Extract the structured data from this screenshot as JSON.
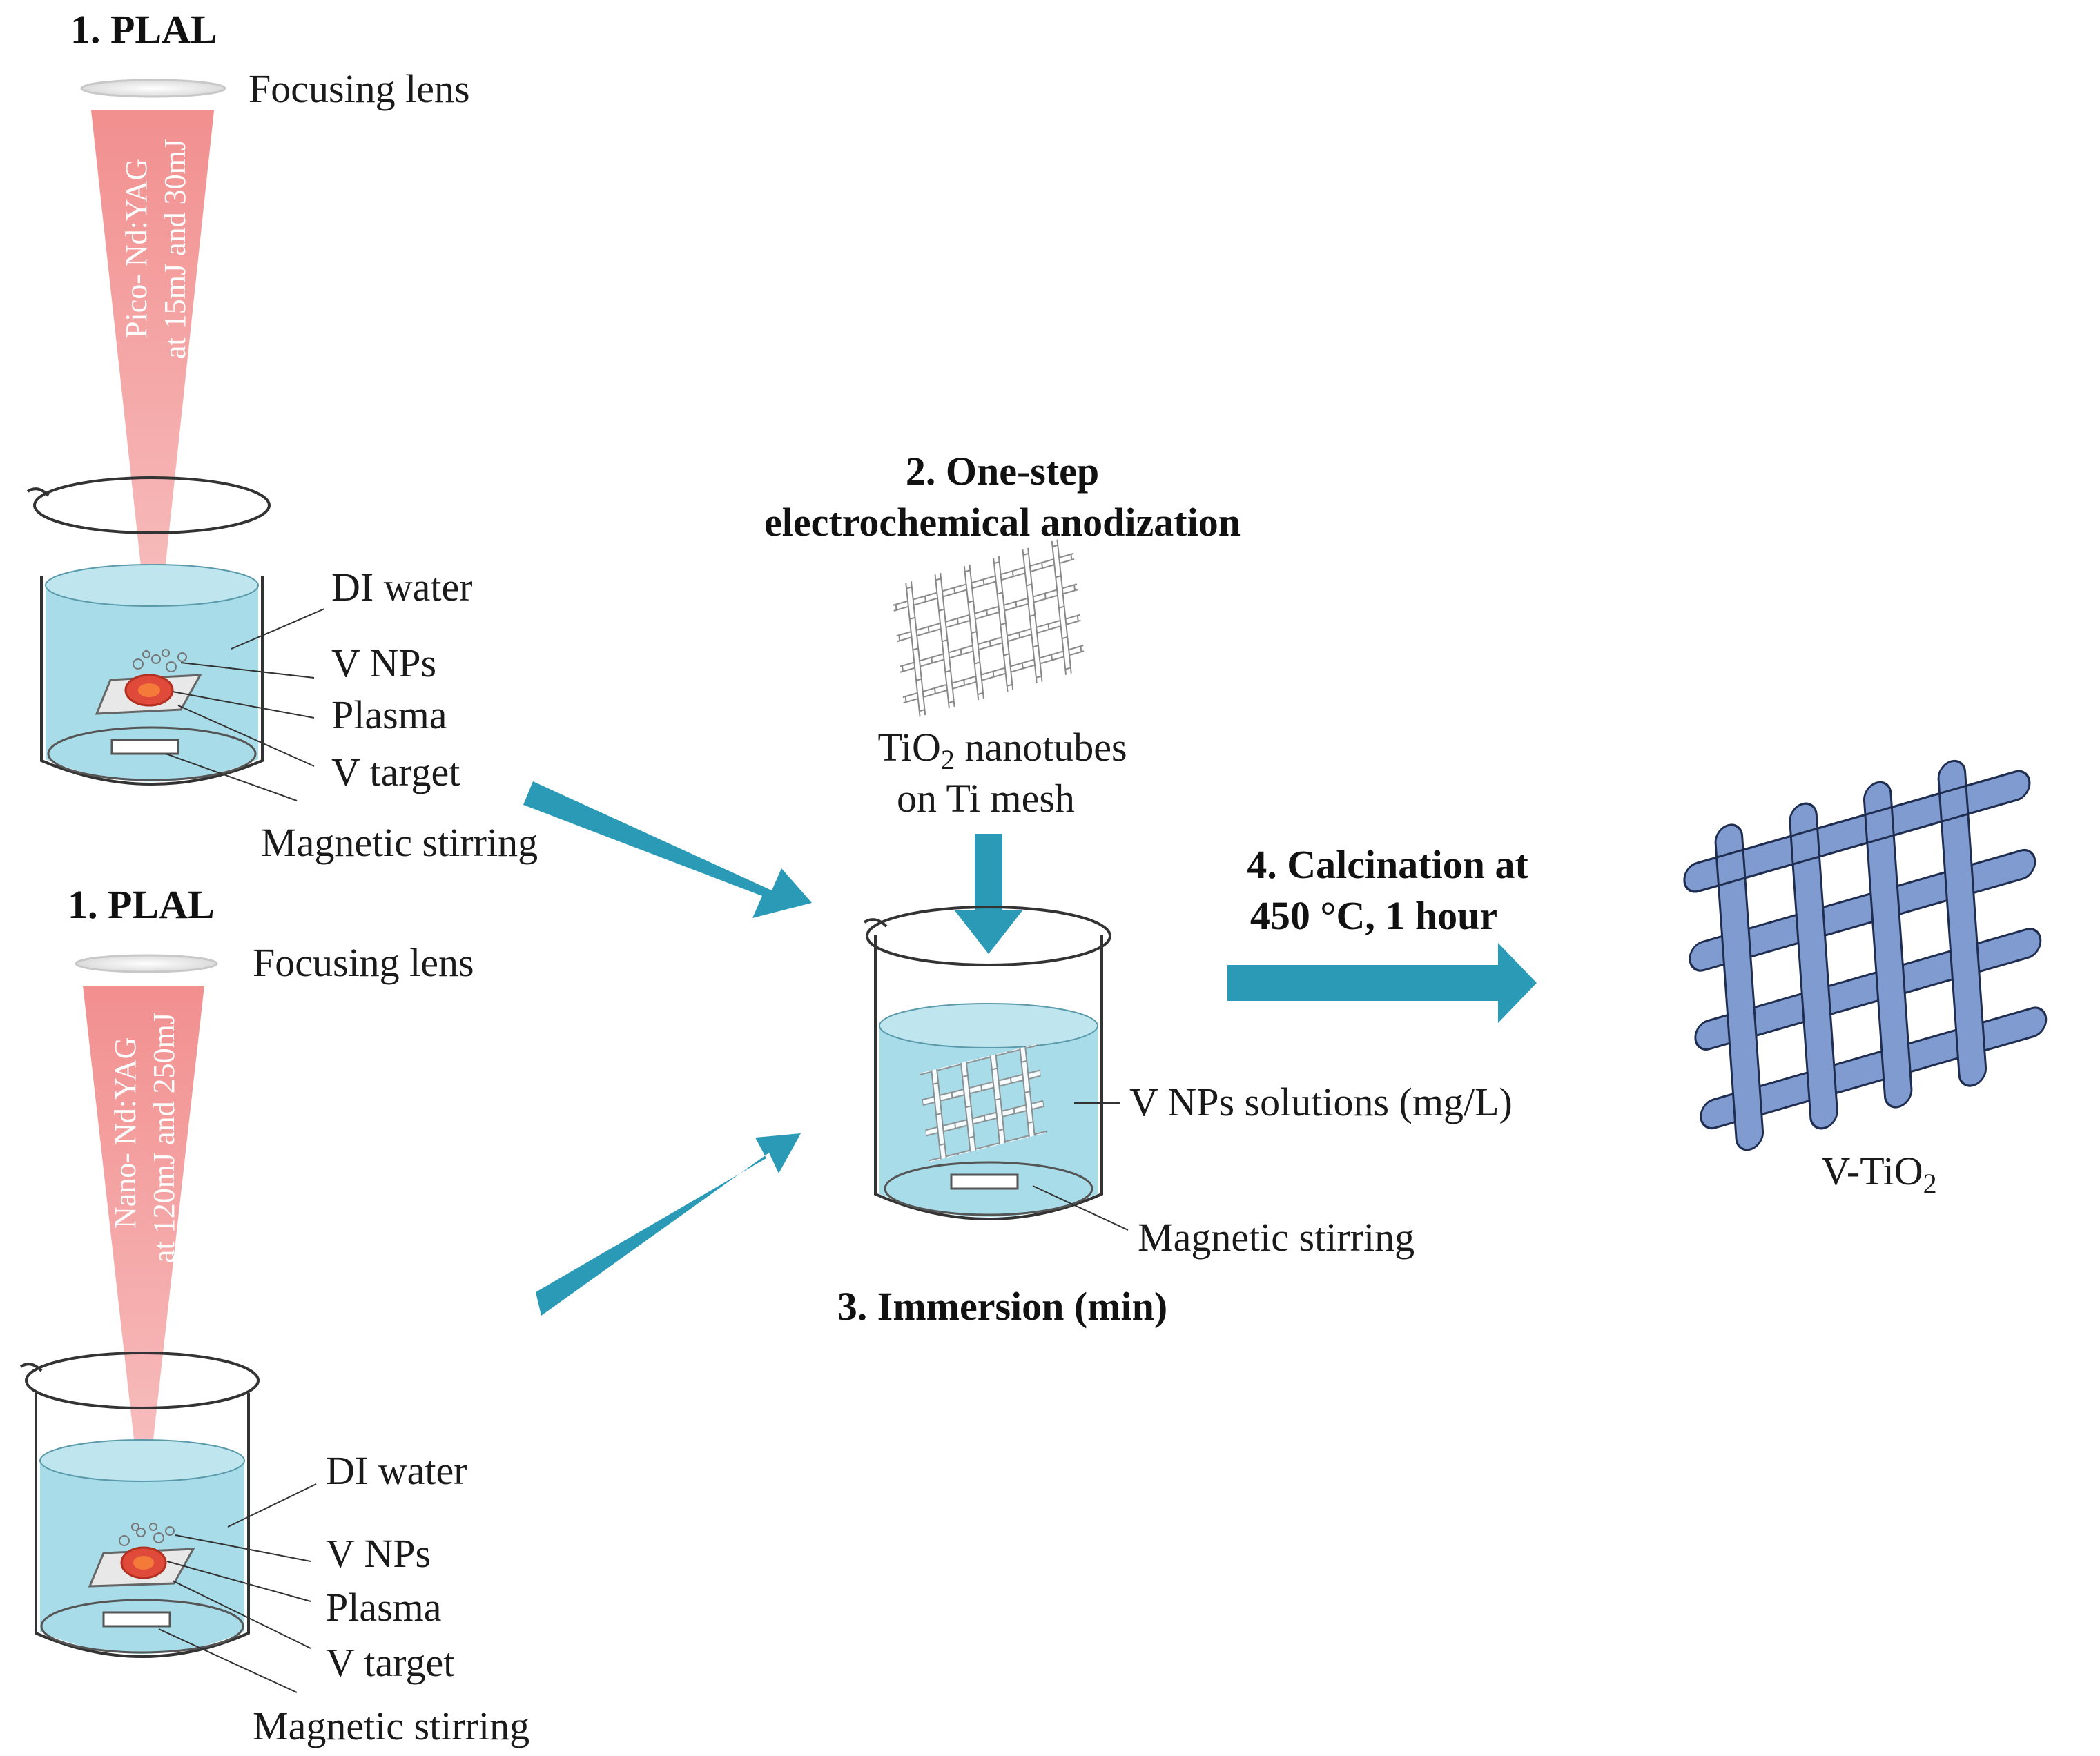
{
  "colors": {
    "arrow": "#2b9ab7",
    "water": "#a8dce9",
    "beam": "#f28f8f",
    "mesh_final": "#7f9bcf",
    "plasma": "#e04a3a"
  },
  "plal_top": {
    "title": "1. PLAL",
    "lens": "Focusing lens",
    "beam_line1": "Pico- Nd:YAG",
    "beam_line2": "at 15mJ and 30mJ",
    "water": "DI water",
    "nps": "V NPs",
    "plasma": "Plasma",
    "target": "V target",
    "stirring": "Magnetic stirring"
  },
  "plal_bottom": {
    "title": "1. PLAL",
    "lens": "Focusing lens",
    "beam_line1": "Nano- Nd:YAG",
    "beam_line2": "at 120mJ and 250mJ",
    "water": "DI water",
    "nps": "V NPs",
    "plasma": "Plasma",
    "target": "V target",
    "stirring": "Magnetic stirring"
  },
  "anodization": {
    "title_line1": "2. One-step",
    "title_line2": "electrochemical anodization",
    "label_line1_a": "TiO",
    "label_line1_sub": "2",
    "label_line1_b": " nanotubes",
    "label_line2": "on Ti mesh"
  },
  "immersion": {
    "solution": "V NPs solutions (mg/L)",
    "stirring": "Magnetic stirring",
    "title": "3. Immersion (min)"
  },
  "calcination": {
    "line1": "4. Calcination at",
    "line2": "450 °C, 1 hour"
  },
  "product": {
    "label_a": "V-TiO",
    "label_sub": "2"
  },
  "icons": [
    "focusing-lens-icon",
    "laser-beam-icon",
    "beaker-icon",
    "titanium-mesh-icon",
    "process-arrow-icon"
  ]
}
